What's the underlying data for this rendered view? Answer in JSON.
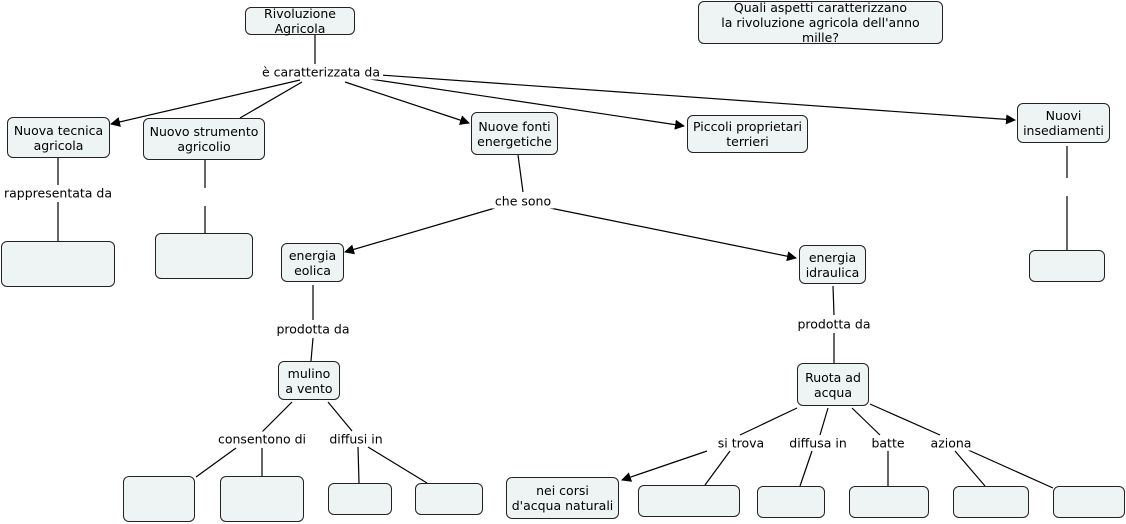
{
  "nodes": {
    "root": "Rivoluzione Agricola",
    "question": "Quali aspetti caratterizzano\nla rivoluzione agricola dell'anno mille?",
    "tecnica": "Nuova tecnica\nagricola",
    "strumento": "Nuovo strumento\nagricolio",
    "fonti": "Nuove fonti\nenergetiche",
    "proprietari": "Piccoli proprietari\nterrieri",
    "insediamenti": "Nuovi\ninsediamenti",
    "eolica": "energia\neolica",
    "idraulica": "energia\nidraulica",
    "mulino": "mulino\na vento",
    "ruota": "Ruota ad\nacqua",
    "corsi": "nei corsi\nd'acqua naturali"
  },
  "links": {
    "caratterizzata": "è caratterizzata da",
    "rappresentata": "rappresentata da",
    "che_sono": "che sono",
    "prodotta_eolica": "prodotta da",
    "prodotta_idraulica": "prodotta da",
    "consentono": "consentono di",
    "diffusi": "diffusi in",
    "si_trova": "si trova",
    "diffusa": "diffusa in",
    "batte": "batte",
    "aziona": "aziona"
  },
  "colors": {
    "node_fill": "#eef3f3",
    "line": "#000000"
  }
}
